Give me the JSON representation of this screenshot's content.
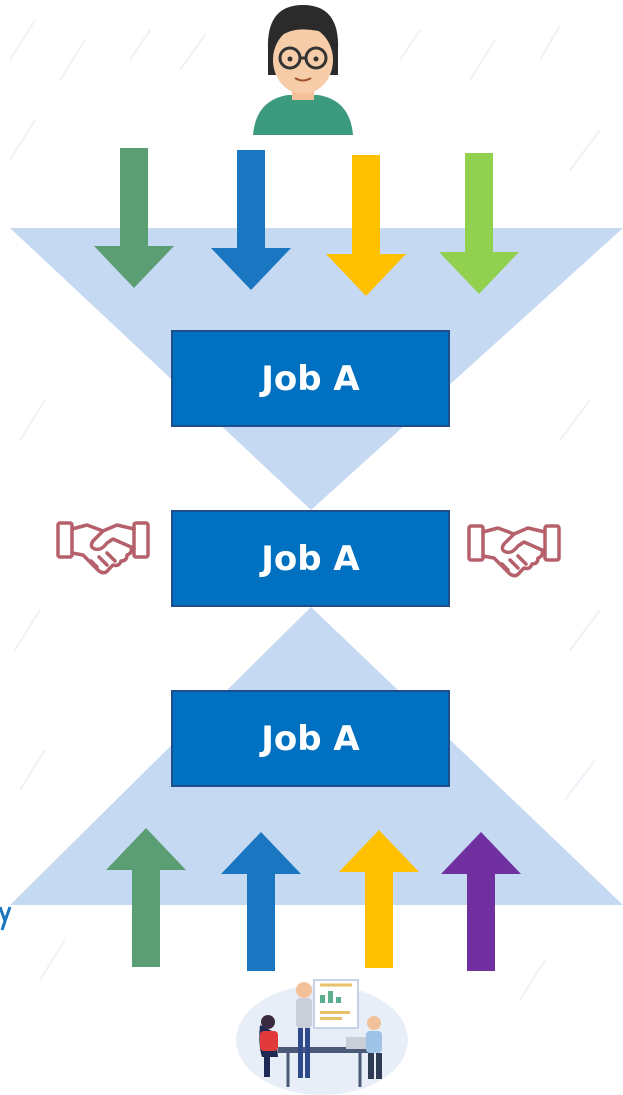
{
  "jobs": [
    {
      "label": "Job A"
    },
    {
      "label": "Job A"
    },
    {
      "label": "Job A"
    }
  ],
  "colors": {
    "funnel_fill": "#c5d9f3",
    "job_box": "#0070c0",
    "job_box_border": "#1f4e8c",
    "job_text": "#ffffff",
    "handshake_stroke": "#b5606b",
    "arrow_green_dark": "#5c9e74",
    "arrow_blue": "#1a76c0",
    "arrow_yellow": "#ffc000",
    "arrow_green_light": "#92d050",
    "arrow_purple": "#7030a0"
  },
  "top_arrows": [
    {
      "direction": "down",
      "color": "#5c9e74"
    },
    {
      "direction": "down",
      "color": "#1a76c0"
    },
    {
      "direction": "down",
      "color": "#ffc000"
    },
    {
      "direction": "down",
      "color": "#92d050"
    }
  ],
  "bottom_arrows": [
    {
      "direction": "up",
      "color": "#5c9e74"
    },
    {
      "direction": "up",
      "color": "#1a76c0"
    },
    {
      "direction": "up",
      "color": "#ffc000"
    },
    {
      "direction": "up",
      "color": "#7030a0"
    }
  ],
  "icons": {
    "top_person": "woman-with-glasses-avatar",
    "handshake": "handshake-icon",
    "bottom_team": "team-meeting-illustration"
  }
}
